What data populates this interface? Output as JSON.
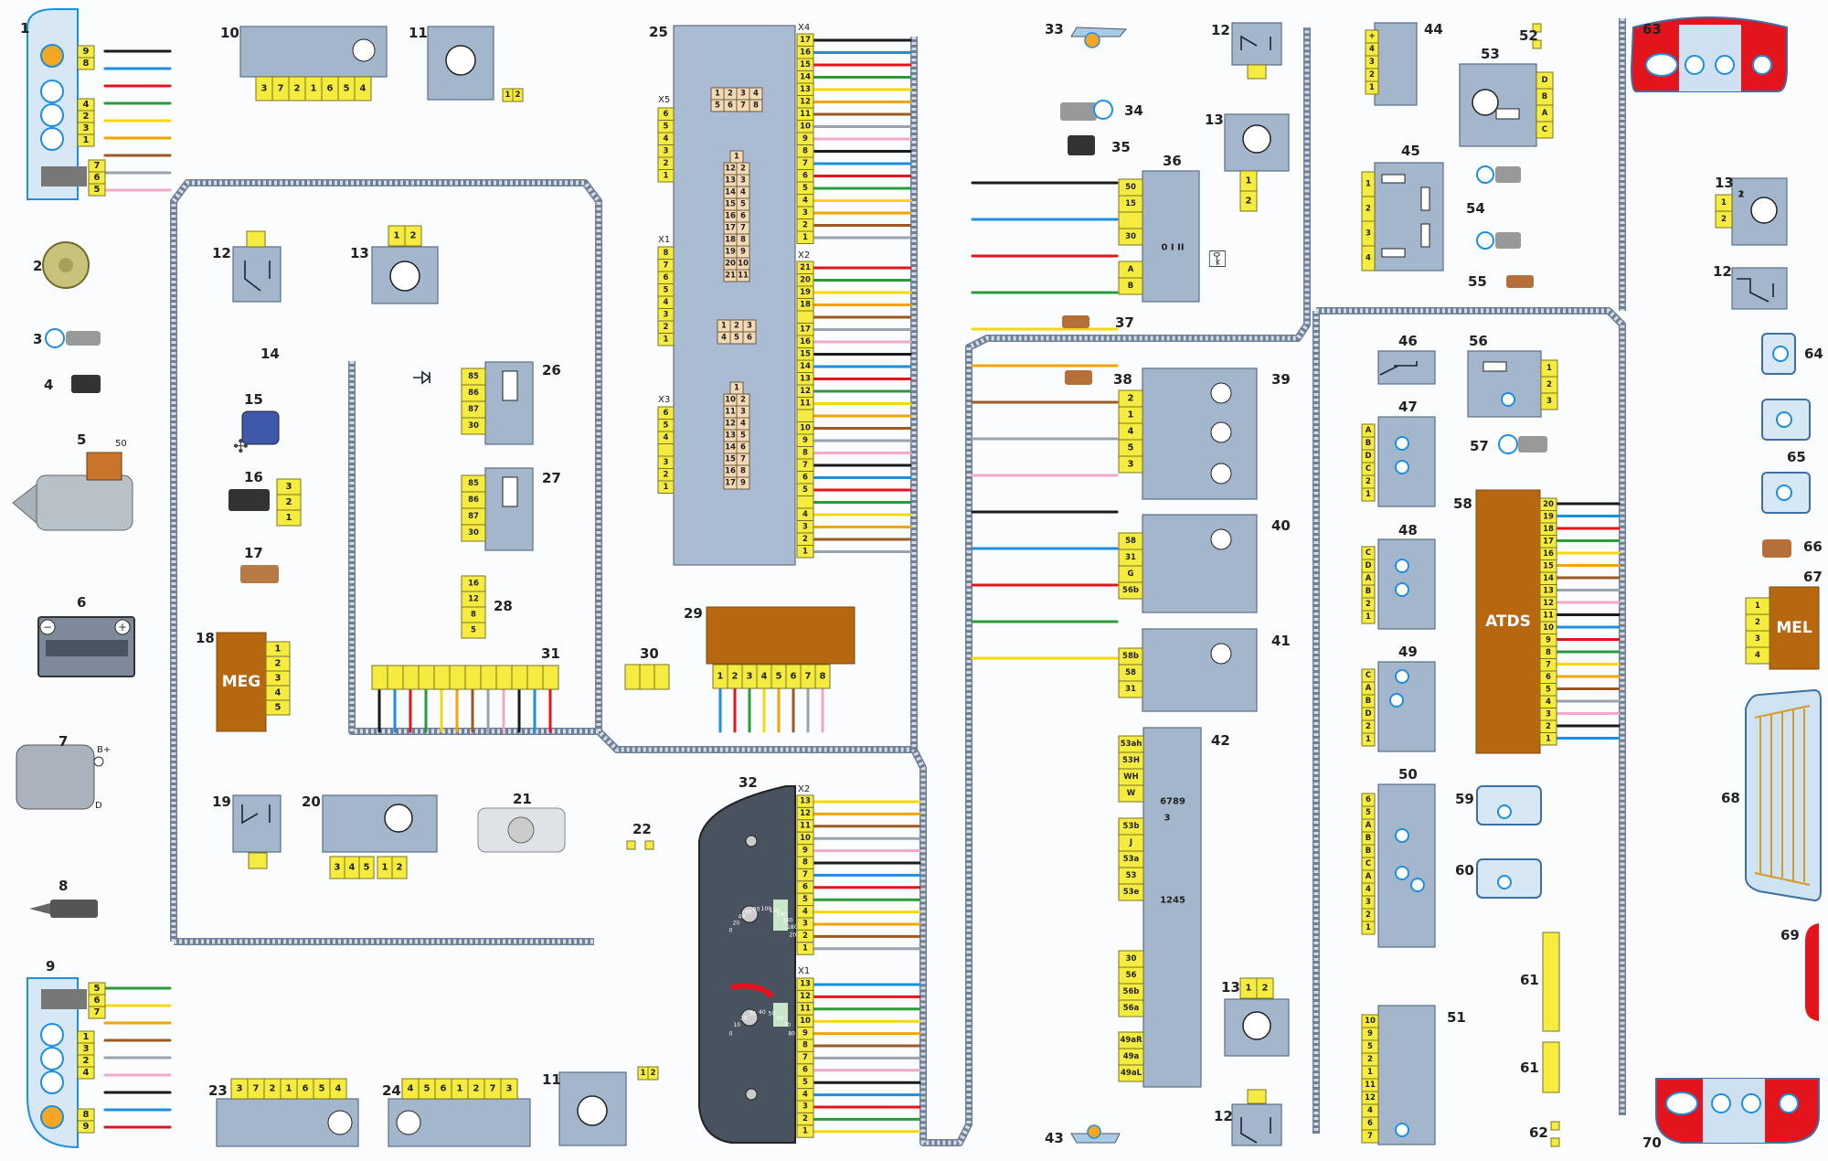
{
  "diagram": {
    "title": "Vehicle wiring diagram (connectors, harnesses and components)",
    "components": [
      {
        "id": "1",
        "label": "1",
        "pins": [
          "9",
          "8",
          "4",
          "2",
          "3",
          "1",
          "7",
          "6",
          "5"
        ]
      },
      {
        "id": "2",
        "label": "2"
      },
      {
        "id": "3",
        "label": "3"
      },
      {
        "id": "4",
        "label": "4"
      },
      {
        "id": "5",
        "label": "5",
        "terminal": "50"
      },
      {
        "id": "6",
        "label": "6"
      },
      {
        "id": "7",
        "label": "7",
        "terminals": [
          "B+",
          "D"
        ]
      },
      {
        "id": "8",
        "label": "8"
      },
      {
        "id": "9",
        "label": "9",
        "pins": [
          "5",
          "6",
          "7",
          "1",
          "3",
          "2",
          "4",
          "8",
          "9"
        ]
      },
      {
        "id": "10",
        "label": "10",
        "pins": [
          "3",
          "7",
          "2",
          "1",
          "6",
          "5",
          "4"
        ]
      },
      {
        "id": "11",
        "label": "11",
        "pins": [
          "1",
          "2"
        ]
      },
      {
        "id": "12",
        "label": "12"
      },
      {
        "id": "13",
        "label": "13",
        "pins": [
          "1",
          "2"
        ]
      },
      {
        "id": "14",
        "label": "14"
      },
      {
        "id": "15",
        "label": "15"
      },
      {
        "id": "16",
        "label": "16",
        "pins": [
          "3",
          "2",
          "1"
        ]
      },
      {
        "id": "17",
        "label": "17"
      },
      {
        "id": "18",
        "label": "18",
        "name": "MEG",
        "pins": [
          "1",
          "2",
          "3",
          "4",
          "5"
        ]
      },
      {
        "id": "19",
        "label": "19"
      },
      {
        "id": "20",
        "label": "20",
        "pins": [
          "3",
          "4",
          "5",
          "1",
          "2"
        ]
      },
      {
        "id": "21",
        "label": "21"
      },
      {
        "id": "22",
        "label": "22"
      },
      {
        "id": "23",
        "label": "23",
        "pins": [
          "3",
          "7",
          "2",
          "1",
          "6",
          "5",
          "4"
        ]
      },
      {
        "id": "24",
        "label": "24",
        "pins": [
          "4",
          "5",
          "6",
          "1",
          "2",
          "7",
          "3"
        ]
      },
      {
        "id": "25",
        "label": "25"
      },
      {
        "id": "26",
        "label": "26",
        "pins": [
          "85",
          "86",
          "87",
          "30"
        ]
      },
      {
        "id": "27",
        "label": "27",
        "pins": [
          "85",
          "86",
          "87",
          "30"
        ]
      },
      {
        "id": "28",
        "label": "28",
        "pins": [
          "16",
          "12",
          "8",
          "5"
        ]
      },
      {
        "id": "29",
        "label": "29",
        "pins": [
          "1",
          "2",
          "3",
          "4",
          "5",
          "6",
          "7",
          "8"
        ]
      },
      {
        "id": "30",
        "label": "30"
      },
      {
        "id": "31",
        "label": "31"
      },
      {
        "id": "32",
        "label": "32"
      },
      {
        "id": "33",
        "label": "33"
      },
      {
        "id": "34",
        "label": "34"
      },
      {
        "id": "35",
        "label": "35"
      },
      {
        "id": "36",
        "label": "36",
        "pins": [
          "50",
          "15",
          "",
          "30",
          "A",
          "B"
        ],
        "positions": "0 I II"
      },
      {
        "id": "37",
        "label": "37"
      },
      {
        "id": "38",
        "label": "38"
      },
      {
        "id": "39",
        "label": "39",
        "pins": [
          "2",
          "1",
          "4",
          "5",
          "3"
        ]
      },
      {
        "id": "40",
        "label": "40",
        "pins": [
          "58",
          "31",
          "G",
          "56b"
        ]
      },
      {
        "id": "41",
        "label": "41",
        "pins": [
          "58b",
          "58",
          "31"
        ]
      },
      {
        "id": "42",
        "label": "42",
        "pins_top": [
          "53ah",
          "53H",
          "WH",
          "W"
        ],
        "pins_mid": [
          "53b",
          "J",
          "53a",
          "53",
          "53e"
        ],
        "pins_low": [
          "30",
          "56",
          "56b",
          "56a"
        ],
        "pins_bot": [
          "49aR",
          "49a",
          "49aL"
        ],
        "pos_top": "6789",
        "pos_mid_label": "3",
        "pos_mid": "1245"
      },
      {
        "id": "43",
        "label": "43"
      },
      {
        "id": "44",
        "label": "44",
        "pins": [
          "+",
          "4",
          "3",
          "2",
          "1"
        ]
      },
      {
        "id": "45",
        "label": "45",
        "pins": [
          "1",
          "2",
          "3",
          "4"
        ]
      },
      {
        "id": "46",
        "label": "46"
      },
      {
        "id": "47",
        "label": "47",
        "pins": [
          "A",
          "B",
          "D",
          "C",
          "2",
          "1"
        ]
      },
      {
        "id": "48",
        "label": "48",
        "pins": [
          "C",
          "D",
          "A",
          "B",
          "2",
          "1"
        ]
      },
      {
        "id": "49",
        "label": "49",
        "pins": [
          "C",
          "A",
          "B",
          "D",
          "2",
          "1"
        ]
      },
      {
        "id": "50",
        "label": "50",
        "pins": [
          "6",
          "5",
          "A",
          "B",
          "B",
          "C",
          "A",
          "4",
          "3",
          "2",
          "1"
        ]
      },
      {
        "id": "51",
        "label": "51",
        "pins": [
          "10",
          "9",
          "5",
          "2",
          "1",
          "11",
          "12",
          "4",
          "6",
          "7"
        ]
      },
      {
        "id": "52",
        "label": "52"
      },
      {
        "id": "53",
        "label": "53",
        "pins": [
          "D",
          "B",
          "A",
          "C"
        ]
      },
      {
        "id": "54",
        "label": "54"
      },
      {
        "id": "55",
        "label": "55"
      },
      {
        "id": "56",
        "label": "56",
        "pins": [
          "1",
          "2",
          "3"
        ]
      },
      {
        "id": "57",
        "label": "57"
      },
      {
        "id": "58",
        "label": "58",
        "name": "ATDS",
        "pins": [
          "20",
          "19",
          "18",
          "17",
          "16",
          "15",
          "14",
          "13",
          "12",
          "11",
          "10",
          "9",
          "8",
          "7",
          "6",
          "5",
          "4",
          "3",
          "2",
          "1"
        ]
      },
      {
        "id": "59",
        "label": "59"
      },
      {
        "id": "60",
        "label": "60"
      },
      {
        "id": "61",
        "label": "61"
      },
      {
        "id": "62",
        "label": "62"
      },
      {
        "id": "63",
        "label": "63"
      },
      {
        "id": "64",
        "label": "64"
      },
      {
        "id": "65",
        "label": "65"
      },
      {
        "id": "66",
        "label": "66"
      },
      {
        "id": "67",
        "label": "67",
        "name": "MEL",
        "pins": [
          "1",
          "2",
          "3",
          "4"
        ]
      },
      {
        "id": "68",
        "label": "68"
      },
      {
        "id": "69",
        "label": "69"
      },
      {
        "id": "70",
        "label": "70"
      }
    ],
    "block25": {
      "x5": {
        "label": "X5",
        "pins": [
          "6",
          "5",
          "4",
          "3",
          "2",
          "1"
        ]
      },
      "x1": {
        "label": "X1",
        "pins": [
          "8",
          "7",
          "6",
          "5",
          "4",
          "3",
          "2",
          "1"
        ]
      },
      "x3": {
        "label": "X3",
        "pins": [
          "6",
          "5",
          "4",
          "",
          "3",
          "2",
          "1"
        ]
      },
      "x4": {
        "label": "X4",
        "pins": [
          "17",
          "16",
          "15",
          "14",
          "13",
          "12",
          "11",
          "10",
          "9",
          "8",
          "7",
          "6",
          "5",
          "4",
          "3",
          "2",
          "1"
        ]
      },
      "x2": {
        "label": "X2",
        "pins": [
          "21",
          "20",
          "19",
          "18",
          "",
          "17",
          "16",
          "15",
          "14",
          "13",
          "12",
          "11",
          "",
          "10",
          "9",
          "8",
          "7",
          "6",
          "5",
          "",
          "4",
          "3",
          "2",
          "1"
        ]
      },
      "plug8": [
        "1",
        "2",
        "3",
        "4",
        "5",
        "6",
        "7",
        "8"
      ],
      "plug21": [
        "1",
        "12",
        "2",
        "13",
        "3",
        "14",
        "4",
        "15",
        "5",
        "16",
        "6",
        "17",
        "7",
        "18",
        "8",
        "19",
        "9",
        "20",
        "10",
        "21",
        "11"
      ],
      "plug6": [
        "1",
        "2",
        "3",
        "4",
        "5",
        "6"
      ],
      "plug17": [
        "1",
        "10",
        "2",
        "11",
        "3",
        "12",
        "4",
        "13",
        "5",
        "14",
        "6",
        "15",
        "7",
        "16",
        "8",
        "17",
        "9"
      ]
    },
    "cluster32": {
      "x2": {
        "label": "X2",
        "pins": [
          "13",
          "12",
          "11",
          "10",
          "9",
          "8",
          "7",
          "6",
          "5",
          "4",
          "3",
          "2",
          "1"
        ]
      },
      "x1": {
        "label": "X1",
        "pins": [
          "13",
          "12",
          "11",
          "10",
          "9",
          "8",
          "7",
          "6",
          "5",
          "4",
          "3",
          "2",
          "1"
        ]
      },
      "speed_ticks": [
        "0",
        "20",
        "40",
        "60",
        "80",
        "100",
        "120",
        "140",
        "160",
        "180",
        "200"
      ],
      "tacho_ticks": [
        "0",
        "10",
        "20",
        "30",
        "40",
        "50",
        "60",
        "70",
        "80"
      ]
    },
    "colors": {
      "harness": "#6f7f95",
      "connector": "#f6ec3f",
      "component": "#a3b6cc",
      "module": "#b6670f",
      "lamp": "#1d8fe0",
      "tail_red": "#e3141b"
    }
  }
}
